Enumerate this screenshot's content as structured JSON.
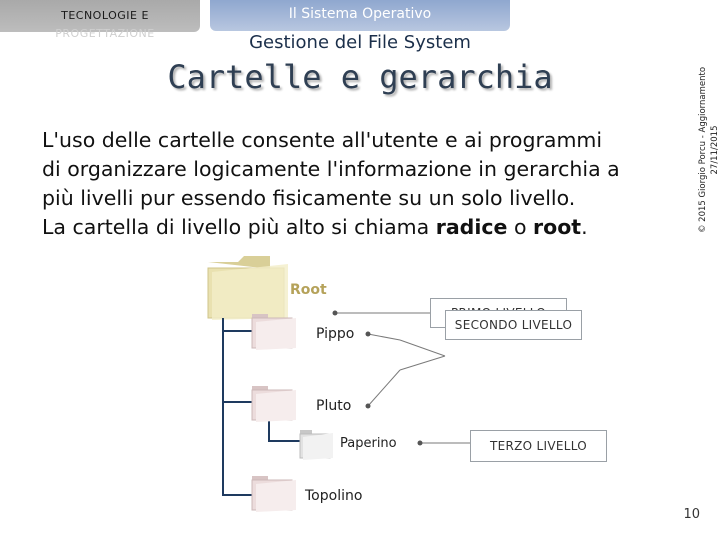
{
  "header": {
    "course_title_line1": "TECNOLOGIE E",
    "course_title_line2": "PROGETTAZIONE",
    "unit_title": "Il Sistema Operativo",
    "topic_title": "Gestione del File System"
  },
  "slide": {
    "title": "Cartelle e gerarchia",
    "paragraph_line1": "L'uso delle cartelle consente all'utente e ai programmi",
    "paragraph_line2": "di organizzare logicamente l'informazione in gerarchia a",
    "paragraph_line3": "più livelli pur essendo fisicamente su un solo livello.",
    "paragraph_line4_prefix": "La cartella di livello più alto si chiama ",
    "paragraph_line4_bold1": "radice",
    "paragraph_line4_mid": " o ",
    "paragraph_line4_bold2": "root",
    "paragraph_line4_suffix": "."
  },
  "tree": {
    "root_label": "Root",
    "folders": [
      "Pippo",
      "Pluto",
      "Paperino",
      "Topolino"
    ],
    "levels": [
      "PRIMO LIVELLO",
      "SECONDO LIVELLO",
      "TERZO LIVELLO"
    ]
  },
  "side_note": {
    "line1": "© 2015 Giorgio Porcu - Aggiornamento",
    "line2": "27/11/2015"
  },
  "page_number": "10",
  "colors": {
    "left_tab": "#b0b0b0",
    "right_tab": "#a3b6d8",
    "title": "#2f3f53",
    "root_folder": "#e9e1b0",
    "sub_folder": "#ecdcdc",
    "tree_lines": "#1e3a5f"
  }
}
